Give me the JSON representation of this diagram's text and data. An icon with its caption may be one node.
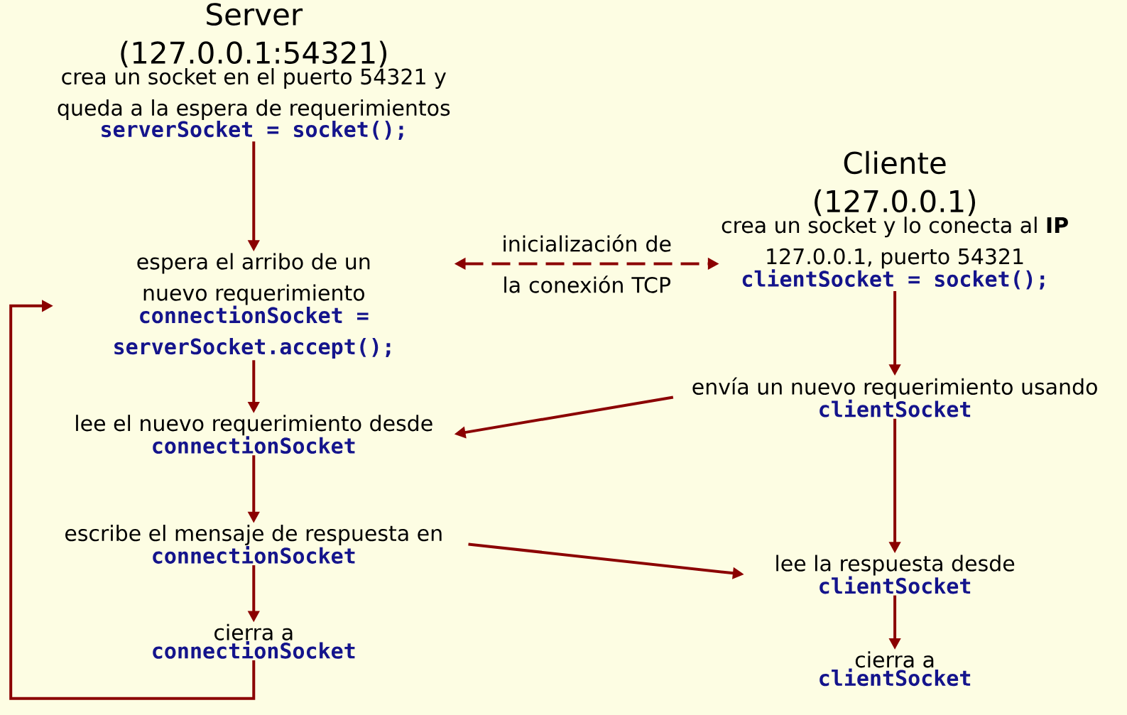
{
  "diagram": {
    "nodes": [
      {
        "text": [
          "Server (127.0.0.1:54321)",
          "crea un socket en el puerto 54321 y queda a la espera de requerimientos",
          "serverSocket = socket();"
        ]
      },
      {
        "text": [
          "espera el arribo de un nuevo requerimiento",
          "connectionSocket = serverSocket.accept();"
        ]
      },
      {
        "text": [
          "lee el nuevo requerimiento desde",
          "connectionSocket"
        ]
      },
      {
        "text": [
          "escribe el mensaje de respuesta en",
          "connectionSocket"
        ]
      },
      {
        "text": [
          "cierra a",
          "connectionSocket"
        ]
      },
      {
        "text": [
          "Cliente (127.0.0.1)",
          "crea un socket y lo conecta al **IP** 127.0.0.1, puerto 54321",
          "clientSocket = socket();"
        ]
      },
      {
        "text": [
          "envía un nuevo requerimiento usando",
          "clientSocket"
        ]
      },
      {
        "text": [
          "lee la respuesta desde",
          "clientSocket"
        ]
      },
      {
        "text": [
          "cierra a",
          "clientSocket"
        ]
      }
    ],
    "edges": [
      {
        "from": 0,
        "to": 1,
        "arrow": "to"
      },
      {
        "from": 1,
        "to": 2,
        "arrow": "to"
      },
      {
        "from": 2,
        "to": 3,
        "arrow": "to"
      },
      {
        "from": 3,
        "to": 4,
        "arrow": "to"
      },
      {
        "from": 4,
        "to": 1,
        "arrow": "to"
      },
      {
        "from": 1,
        "to": 5,
        "arrow": "both",
        "style": "dashed",
        "label": "inicialización de la conexión TCP"
      },
      {
        "from": 5,
        "to": 6,
        "arrow": "to"
      },
      {
        "from": 6,
        "to": 2,
        "arrow": "to"
      },
      {
        "from": 6,
        "to": 7,
        "arrow": "to"
      },
      {
        "from": 3,
        "to": 7,
        "arrow": "to"
      },
      {
        "from": 7,
        "to": 8,
        "arrow": "to"
      }
    ]
  }
}
